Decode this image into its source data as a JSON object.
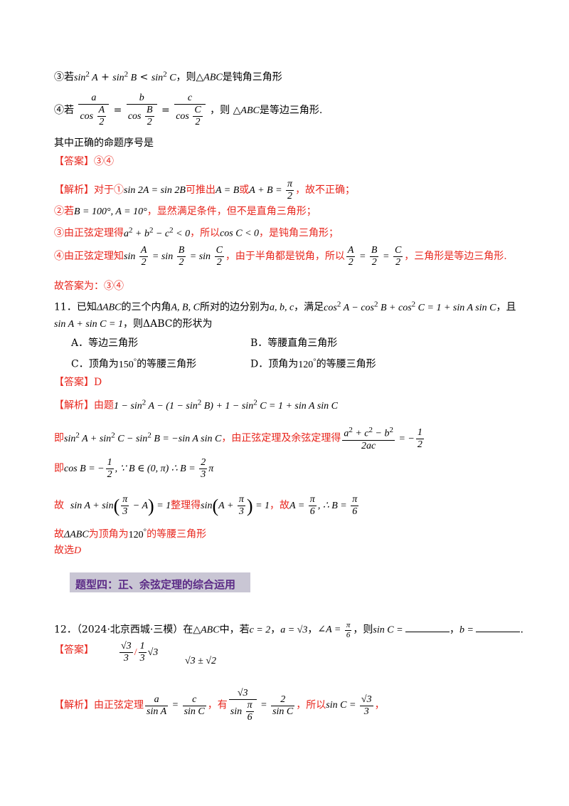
{
  "prop3": {
    "prefix": "③若",
    "mid": "，则",
    "suffix": "是钝角三角形"
  },
  "prop4": {
    "prefix": "④若",
    "mid": "，则",
    "suffix": "是等边三角形."
  },
  "q10_question": "其中正确的命题序号是",
  "q10_answer": "【答案】③④",
  "q10_analysis": {
    "l1_a": "【解析】对于①",
    "l1_b": "可推出",
    "l1_c": "或",
    "l1_d": "，故不正确；",
    "l2_a": "②若",
    "l2_b": "，显然满足条件，但不是直角三角形；",
    "l3_a": "③由正弦定理得",
    "l3_b": "，所以",
    "l3_c": "，是钝角三角形；",
    "l4_a": "④由正弦定理知",
    "l4_b": "，由于半角都是锐角，所以",
    "l4_c": "，三角形是等边三角形.",
    "final": "故答案为：③④"
  },
  "q11": {
    "number": "11．已知",
    "t1": "的三个内角",
    "t2": "所对的边分别为",
    "t3": "，满足",
    "t4": "，且",
    "line2_end": "，则ΔABC的形状为",
    "options": {
      "A": "A．等边三角形",
      "B": "B．等腰直角三角形",
      "C_a": "C．顶角为",
      "C_b": "的等腰三角形",
      "D_a": "D．顶角为",
      "D_b": "的等腰三角形"
    },
    "answer": "【答案】D",
    "analysis": {
      "l1": "【解析】由题",
      "l2_a": "即",
      "l2_b": "，由正弦定理及余弦定理得",
      "l3": "即",
      "l4_a": "故",
      "l4_b": "整理得",
      "l4_c": "，故",
      "l5_a": "故",
      "l5_b": "为顶角为",
      "l5_c": "的等腰三角形",
      "l6": "故选"
    }
  },
  "section_title": "题型四：正、余弦定理的综合运用",
  "q12": {
    "number": "12．",
    "source": "（2024·北京西城·三模）",
    "t1": "在",
    "t2": "中，若",
    "t3": "，",
    "t4": "，",
    "t5": "，则",
    "t6": "，",
    "answer_label": "【答案】",
    "analysis_a": "【解析】由正弦定理",
    "analysis_b": "，有",
    "analysis_c": "，所以"
  }
}
